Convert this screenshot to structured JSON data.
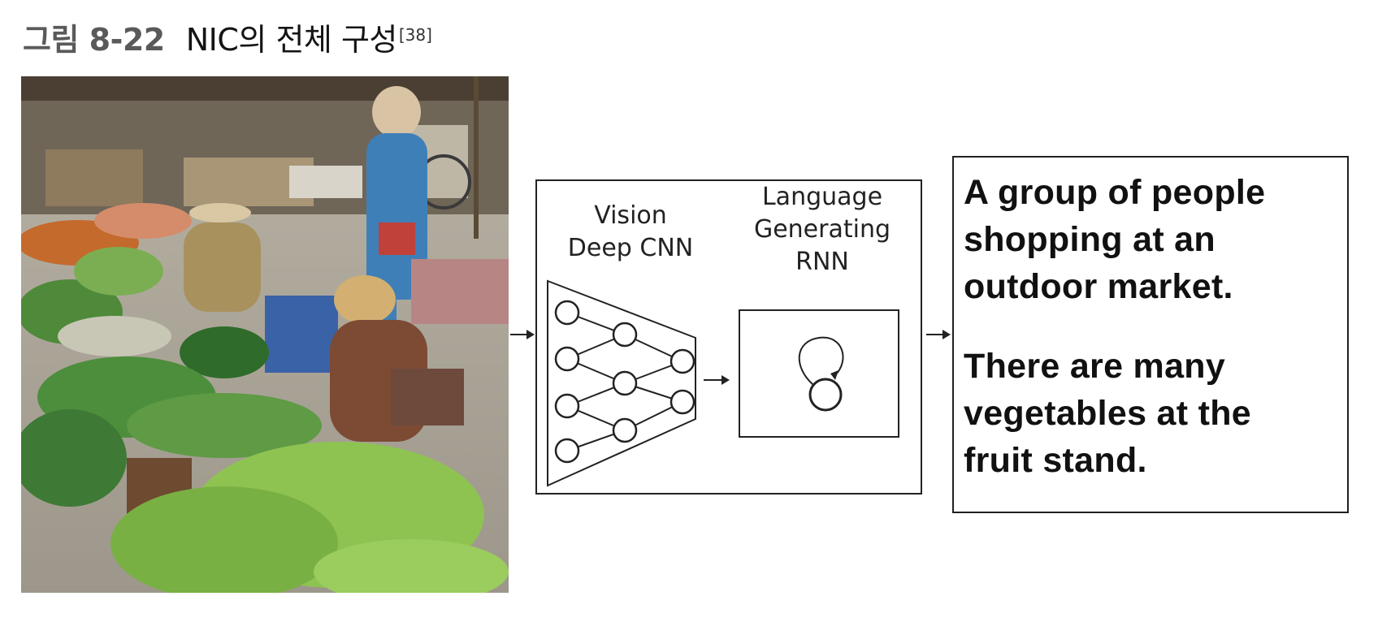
{
  "figure": {
    "number": "그림 8-22",
    "title": "NIC의 전체 구성",
    "reference": "[38]"
  },
  "photo": {
    "subject": "outdoor market with vegetables"
  },
  "model": {
    "cnn": {
      "line1": "Vision",
      "line2": "Deep CNN"
    },
    "rnn": {
      "line1": "Language",
      "line2": "Generating",
      "line3": "RNN"
    }
  },
  "output": {
    "sentences": [
      "A group of people shopping at an outdoor market.",
      "There are many vegetables at the fruit stand."
    ],
    "lines_1": [
      "A group of people",
      "shopping at an",
      "outdoor market."
    ],
    "lines_2": [
      "There are many",
      "vegetables at the",
      "fruit stand."
    ]
  },
  "colors": {
    "caption_number": "#5a5a5a",
    "caption_title": "#141414",
    "line": "#222222"
  }
}
